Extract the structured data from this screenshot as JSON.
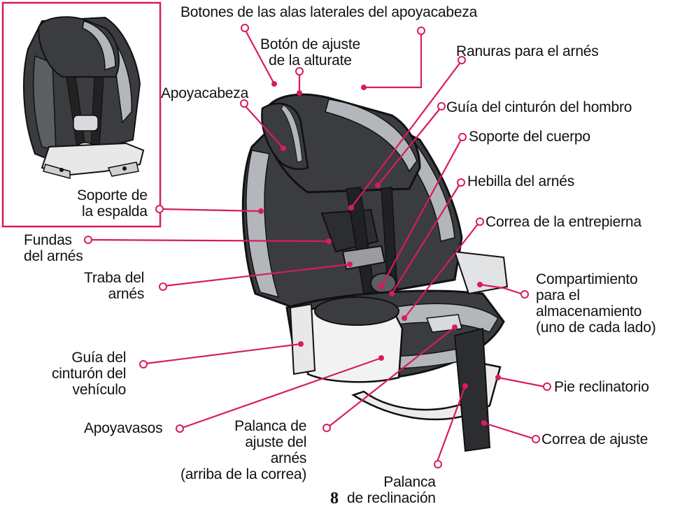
{
  "colors": {
    "callout": "#d81b60",
    "dark_fabric": "#3a3c40",
    "mid_fabric": "#5b5e63",
    "light_fabric": "#b3b6ba",
    "outline": "#111111"
  },
  "labels": {
    "headrest_wing_buttons": "Botones de las alas laterales del apoyacabeza",
    "height_adjust_button": "Botón de ajuste\nde la alturate",
    "harness_slots": "Ranuras para el arnés",
    "headrest": "Apoyacabeza",
    "shoulder_belt_guide": "Guía del cinturón del hombro",
    "body_support": "Soporte del cuerpo",
    "harness_buckle": "Hebilla del arnés",
    "back_support": "Soporte de\nla espalda",
    "crotch_strap": "Correa de la entrepierna",
    "harness_covers": "Fundas\ndel arnés",
    "harness_clip": "Traba del\narnés",
    "storage_compartment": "Compartimiento\npara el\nalmacenamiento\n(uno de cada lado)",
    "vehicle_belt_guide": "Guía del\ncinturón del\nvehículo",
    "recline_foot": "Pie reclinatorio",
    "cup_holder": "Apoyavasos",
    "harness_adjust_lever": "Palanca de\najuste del\narnés\n(arriba de la correa)",
    "adjust_strap": "Correa de ajuste",
    "recline_lever": "Palanca\nde reclinación"
  },
  "page_number": "8"
}
